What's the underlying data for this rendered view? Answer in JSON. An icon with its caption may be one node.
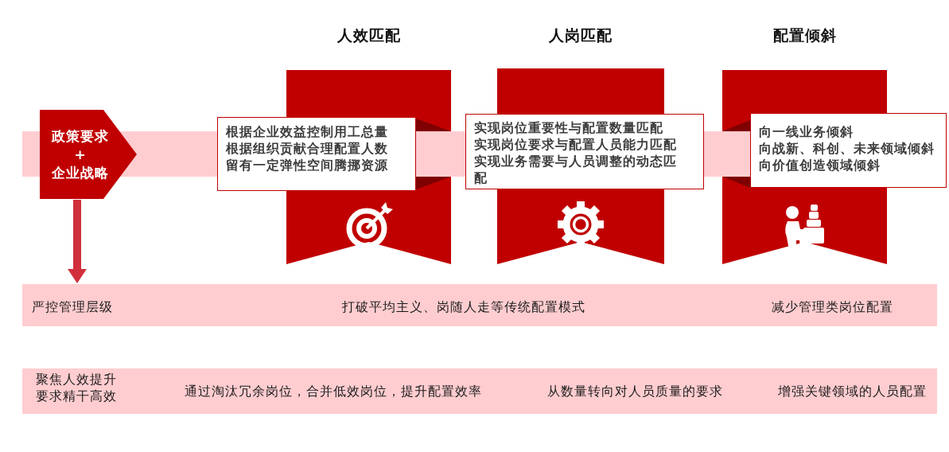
{
  "diagram": {
    "nodes": [
      {
        "text": [
          "政策要求",
          "+",
          "企业战略"
        ]
      },
      {
        "text": [
          "人效匹配"
        ]
      },
      {
        "text": [
          "根据企业效益控制用工总量",
          "根据组织贡献合理配置人数",
          "留有一定弹性空间腾挪资源"
        ]
      },
      {
        "text": [
          "人岗匹配"
        ]
      },
      {
        "text": [
          "实现岗位重要性与配置数量匹配",
          "实现岗位要求与配置人员能力匹配",
          "实现业务需要与人员调整的动态匹配"
        ]
      },
      {
        "text": [
          "配置倾斜"
        ]
      },
      {
        "text": [
          "向一线业务倾斜",
          "向战新、科创、未来领域倾斜",
          "向价值创造领域倾斜"
        ]
      },
      {
        "text": [
          "严控管理层级",
          "打破平均主义、岗随人走等传统配置模式",
          "减少管理类岗位配置"
        ]
      },
      {
        "text": [
          "聚焦人效提升",
          "要求精干高效",
          "通过淘汰冗余岗位，合并低效岗位，提升配置效率",
          "从数量转向对人员质量的要求",
          "增强关键领域的人员配置"
        ]
      }
    ],
    "edges": [
      {
        "from": 0,
        "to": 7,
        "arrow": "to"
      }
    ]
  }
}
